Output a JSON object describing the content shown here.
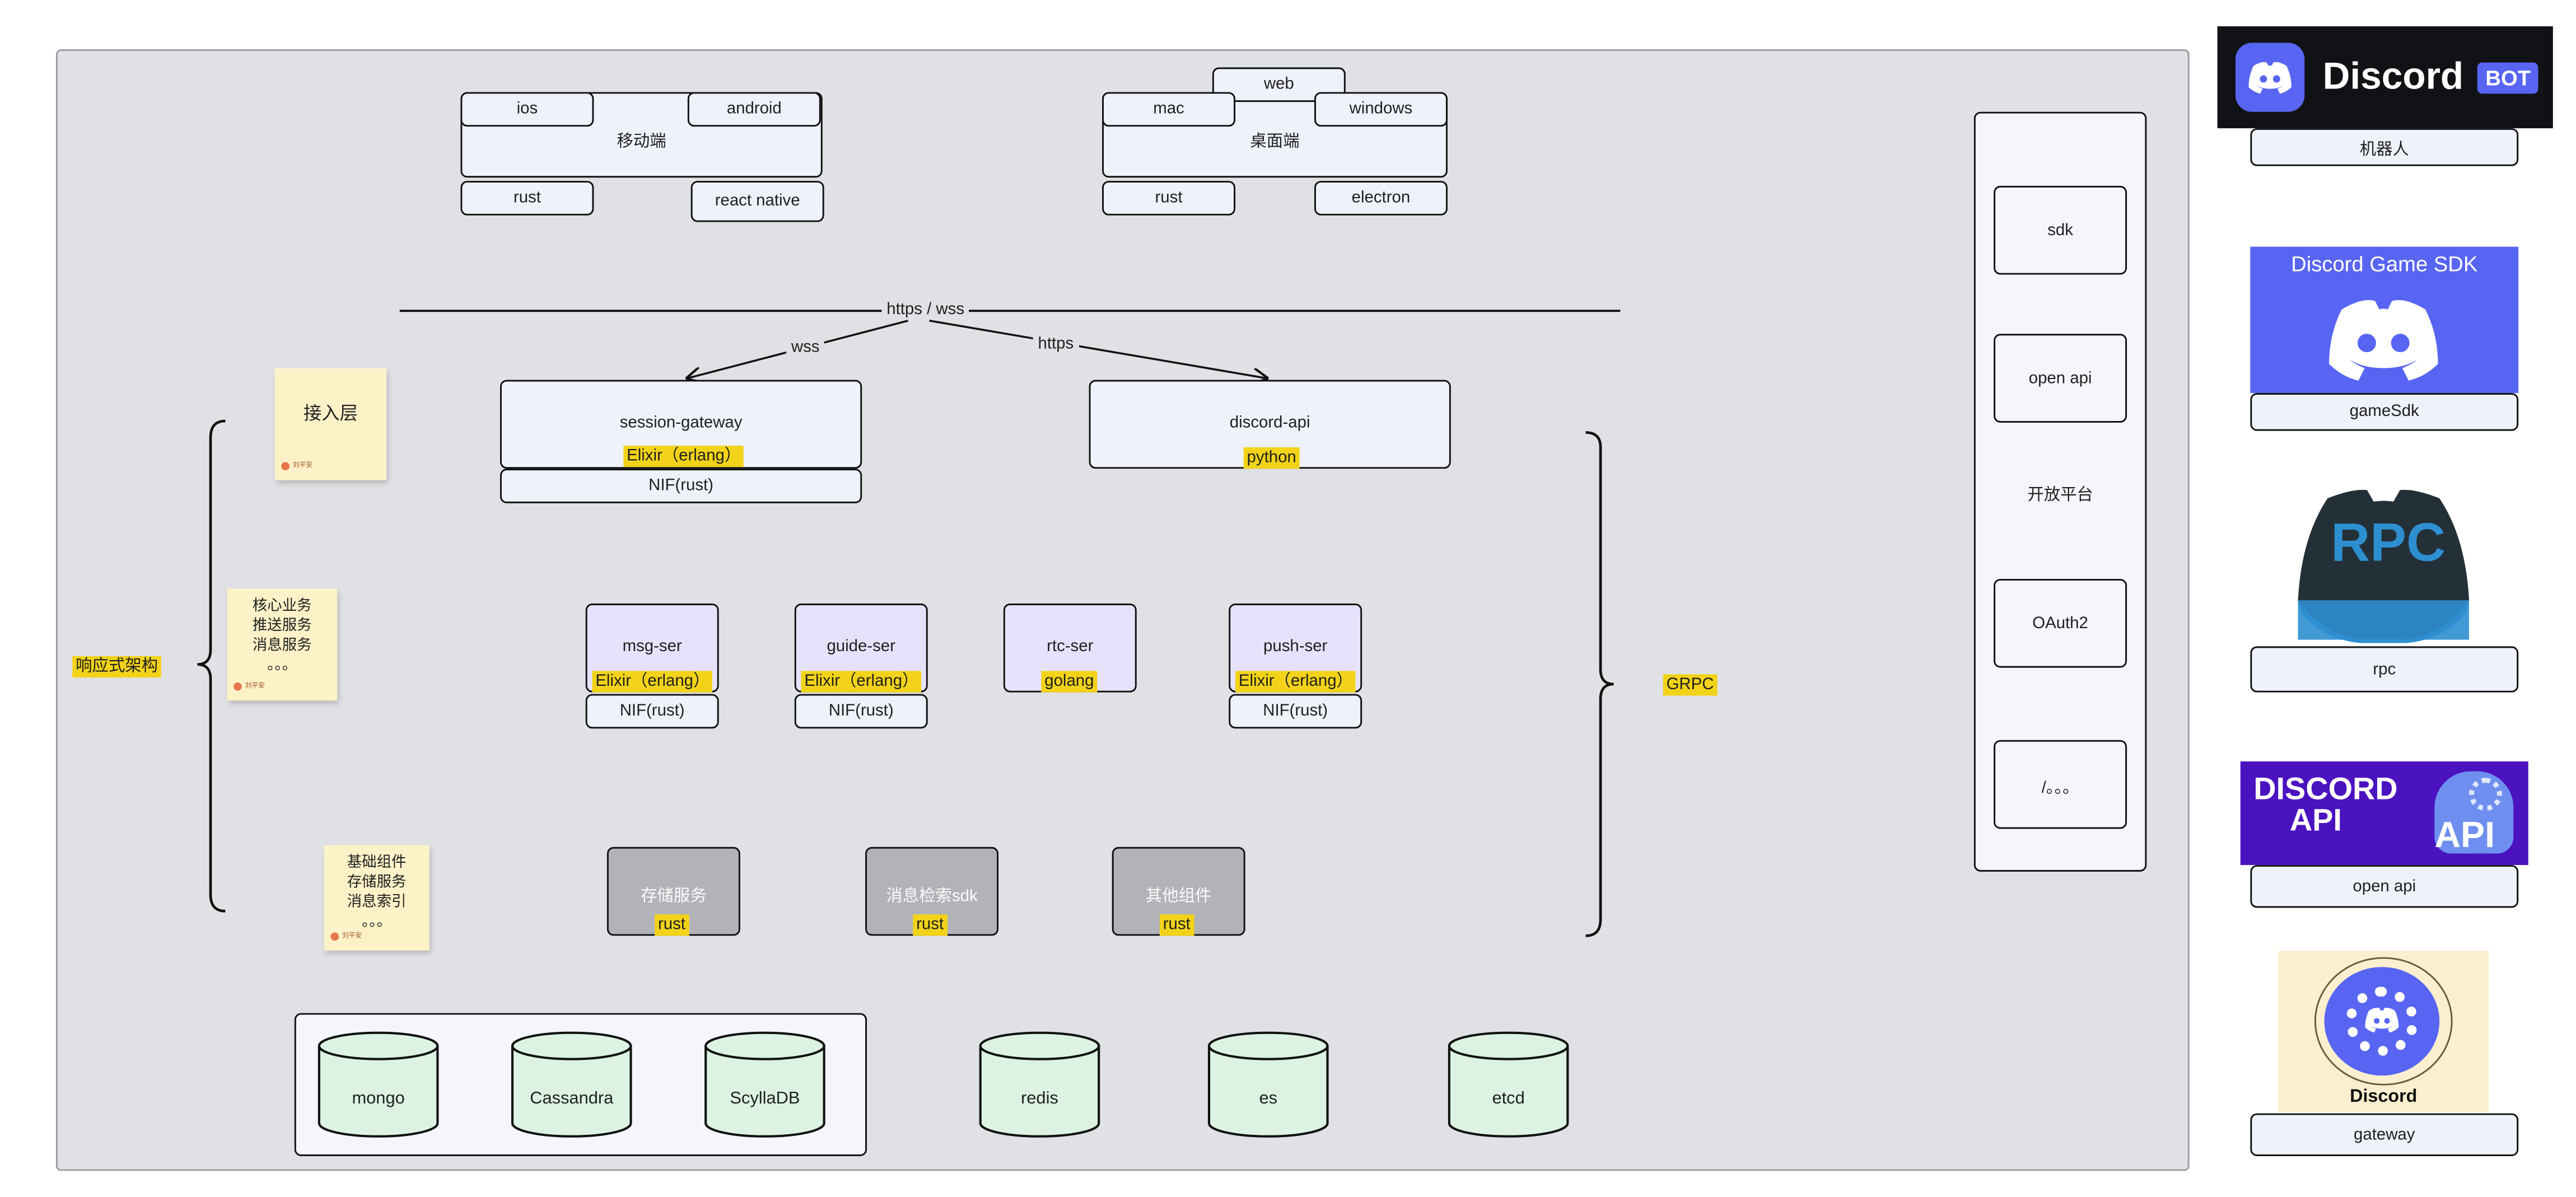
{
  "protocol": {
    "main": "https / wss",
    "left": "wss",
    "right": "https"
  },
  "clients": {
    "mobile": {
      "title": "移动端",
      "ios": "ios",
      "android": "android",
      "lang1": "rust",
      "lang2": "react native"
    },
    "desktop": {
      "title": "桌面端",
      "web": "web",
      "mac": "mac",
      "windows": "windows",
      "lang1": "rust",
      "lang2": "electron"
    }
  },
  "gateway": {
    "session": "session-gateway",
    "session_lang": "Elixir（erlang）",
    "session_nif": "NIF(rust)",
    "api": "discord-api",
    "api_lang": "python"
  },
  "services": [
    {
      "name": "msg-ser",
      "lang": "Elixir（erlang）",
      "nif": "NIF(rust)"
    },
    {
      "name": "guide-ser",
      "lang": "Elixir（erlang）",
      "nif": "NIF(rust)"
    },
    {
      "name": "rtc-ser",
      "lang": "golang",
      "nif": ""
    },
    {
      "name": "push-ser",
      "lang": "Elixir（erlang）",
      "nif": "NIF(rust)"
    }
  ],
  "components": [
    {
      "name": "存储服务",
      "lang": "rust"
    },
    {
      "name": "消息检索sdk",
      "lang": "rust"
    },
    {
      "name": "其他组件",
      "lang": "rust"
    }
  ],
  "databases": {
    "chain": [
      "mongo",
      "Cassandra",
      "ScyllaDB"
    ],
    "others": [
      "redis",
      "es",
      "etcd"
    ]
  },
  "notes": {
    "access": "接入层",
    "core": [
      "核心业务",
      "推送服务",
      "消息服务",
      "。。。"
    ],
    "base": [
      "基础组件",
      "存储服务",
      "消息索引",
      "。。。"
    ],
    "tag": "刘平安"
  },
  "side_labels": {
    "reactive": "响应式架构",
    "grpc": "GRPC"
  },
  "open_platform": {
    "title": "开放平台",
    "items": [
      "sdk",
      "open api",
      "OAuth2",
      "/。。。"
    ]
  },
  "right_cards": {
    "bot": {
      "brand": "Discord",
      "badge": "BOT",
      "label": "机器人"
    },
    "game_sdk": {
      "title": "Discord Game SDK",
      "label": "gameSdk"
    },
    "rpc": {
      "text": "RPC",
      "label": "rpc"
    },
    "api": {
      "line1": "DISCORD",
      "line2": "API",
      "badge": "API",
      "label": "open api"
    },
    "gateway": {
      "brand": "Discord",
      "label": "gateway"
    }
  },
  "colors": {
    "panel": "#e0e1e5",
    "highlight": "#f2d319",
    "blurple": "#5865f2",
    "db_fill": "#dcf3e3"
  }
}
